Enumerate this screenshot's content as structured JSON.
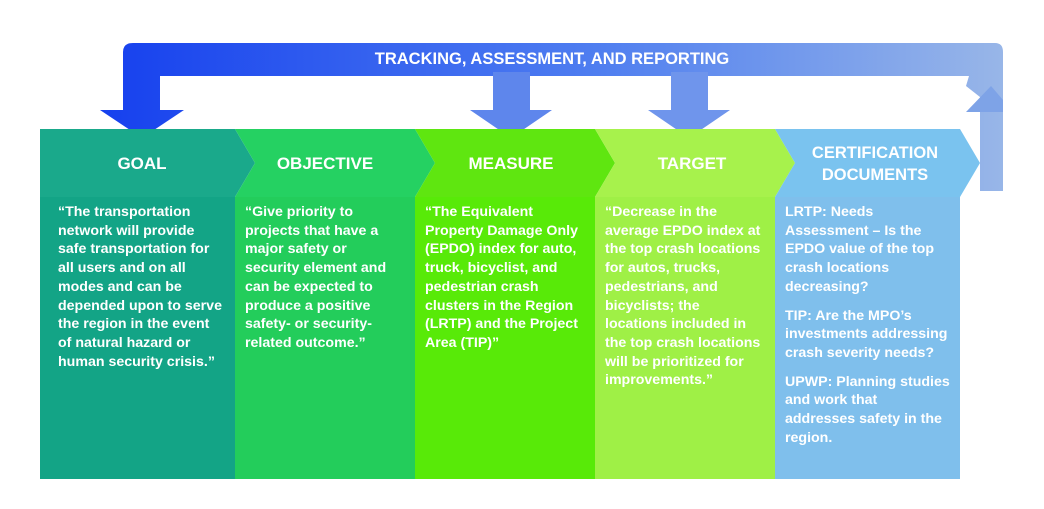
{
  "loop_label": "TRACKING, ASSESSMENT, AND REPORTING",
  "columns": [
    {
      "id": "goal",
      "title_lines": [
        "GOAL"
      ],
      "body": [
        "“The transportation network will provide safe transportation for all users and on all modes and can be depended upon to serve the region in the event of natural hazard or human security crisis.”"
      ],
      "header_color": "#1aa98b",
      "body_color": "#13a486"
    },
    {
      "id": "objective",
      "title_lines": [
        "OBJECTIVE"
      ],
      "body": [
        "“Give priority to projects that have a major safety or security element and can be expected to produce a positive safety- or security-related outcome.”"
      ],
      "header_color": "#25d162",
      "body_color": "#23cd5b"
    },
    {
      "id": "measure",
      "title_lines": [
        "MEASURE"
      ],
      "body": [
        "“The Equivalent Property Damage Only (EPDO) index for auto, truck, bicyclist, and pedestrian crash clusters in the Region (LRTP) and the Project Area (TIP)”"
      ],
      "header_color": "#5fe610",
      "body_color": "#58ea08"
    },
    {
      "id": "target",
      "title_lines": [
        "TARGET"
      ],
      "body": [
        "“Decrease in the average EPDO index at the top crash locations for autos, trucks, pedestrians, and bicyclists; the locations included in the top crash locations will be prioritized for improvements.”"
      ],
      "header_color": "#a7f24c",
      "body_color": "#9ff046"
    },
    {
      "id": "certification",
      "title_lines": [
        "CERTIFICATION",
        "DOCUMENTS"
      ],
      "body": [
        "LRTP: Needs Assessment – Is the EPDO value of the top crash locations decreasing?",
        "TIP: Are the MPO’s investments addressing crash severity needs?",
        "UPWP: Planning studies and work that addresses safety in the region."
      ],
      "header_color": "#7ac3ef",
      "body_color": "#7fbfec"
    }
  ],
  "colors": {
    "loop_dark": "#1640ee",
    "loop_mid": "#3b6cea",
    "loop_light": "#8fb0e8",
    "text": "#ffffff"
  }
}
